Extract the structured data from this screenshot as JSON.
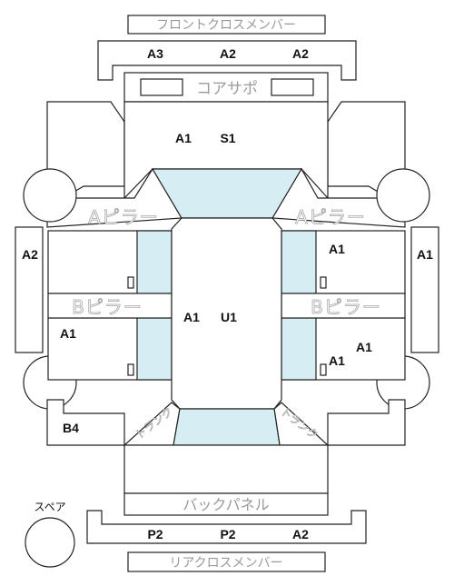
{
  "labels": {
    "front_cross_member": "フロントクロスメンバー",
    "core_support": "コアサポ",
    "a_pillar_left": "Aピラー",
    "a_pillar_right": "Aピラー",
    "b_pillar_left": "Bピラー",
    "b_pillar_right": "Bピラー",
    "trunk_left": "トランク",
    "trunk_right": "トランク",
    "back_panel": "バックパネル",
    "rear_cross_member": "リアクロスメンバー",
    "spare": "スペア"
  },
  "grades": {
    "front_cross_1": "A3",
    "front_cross_2": "A2",
    "front_cross_3": "A2",
    "hood_1": "A1",
    "hood_2": "S1",
    "left_fender_side": "A2",
    "right_fender_side": "A1",
    "right_front_door": "A1",
    "roof_1": "A1",
    "roof_2": "U1",
    "left_rear_door": "A1",
    "right_rear_door_1": "A1",
    "right_rear_door_2": "A1",
    "left_rear_quarter": "B4",
    "rear_cross_1": "P2",
    "rear_cross_2": "P2",
    "rear_cross_3": "A2"
  }
}
